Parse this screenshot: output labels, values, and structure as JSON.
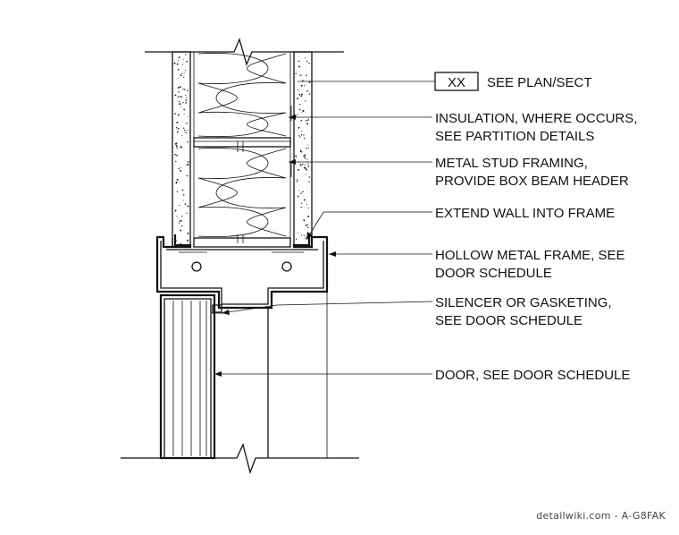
{
  "tag": {
    "text": "XX"
  },
  "callouts": [
    {
      "id": "see-plan-sect",
      "lines": [
        "SEE PLAN/SECT"
      ]
    },
    {
      "id": "insulation",
      "lines": [
        "INSULATION, WHERE OCCURS,",
        "SEE PARTITION DETAILS"
      ]
    },
    {
      "id": "metal-stud",
      "lines": [
        "METAL STUD FRAMING,",
        "PROVIDE BOX BEAM HEADER"
      ]
    },
    {
      "id": "extend-wall",
      "lines": [
        "EXTEND WALL INTO FRAME"
      ]
    },
    {
      "id": "hollow-metal-frame",
      "lines": [
        "HOLLOW METAL FRAME, SEE",
        "DOOR SCHEDULE"
      ]
    },
    {
      "id": "silencer",
      "lines": [
        "SILENCER OR GASKETING,",
        "SEE DOOR SCHEDULE"
      ]
    },
    {
      "id": "door",
      "lines": [
        "DOOR, SEE DOOR SCHEDULE"
      ]
    }
  ],
  "watermark": {
    "text": "detailwiki.com - A-G8FAK"
  }
}
